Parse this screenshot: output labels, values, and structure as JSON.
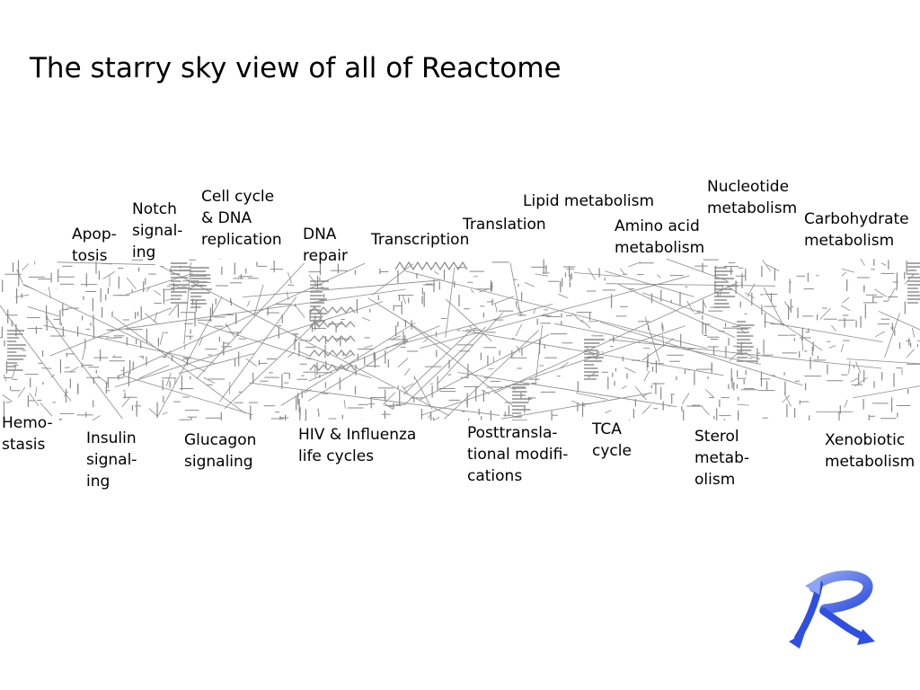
{
  "slide": {
    "title": "The starry sky view of all of Reactome"
  },
  "labels_top": [
    "Apop-\ntosis",
    "Notch\nsignal-\ning",
    "Cell cycle\n& DNA\nreplication",
    "DNA\nrepair",
    "Transcription",
    "Translation",
    "Lipid metabolism",
    "Amino acid\nmetabolism",
    "Nucleotide\nmetabolism",
    "Carbohydrate\nmetabolism"
  ],
  "labels_bottom": [
    "Hemo-\nstasis",
    "Insulin\nsignal-\ning",
    "Glucagon\nsignaling",
    "HIV & Influenza\nlife cycles",
    "Posttransla-\ntional modifi-\ncations",
    "TCA\ncycle",
    "Sterol\nmetab-\nolism",
    "Xenobiotic\nmetabolism"
  ],
  "colors": {
    "pathway_gray": "#8a8a8a",
    "logo_blue": "#2f4fe0",
    "logo_blue_light": "#8fa4f2"
  },
  "icons": {
    "logo": "reactome-r-logo"
  }
}
